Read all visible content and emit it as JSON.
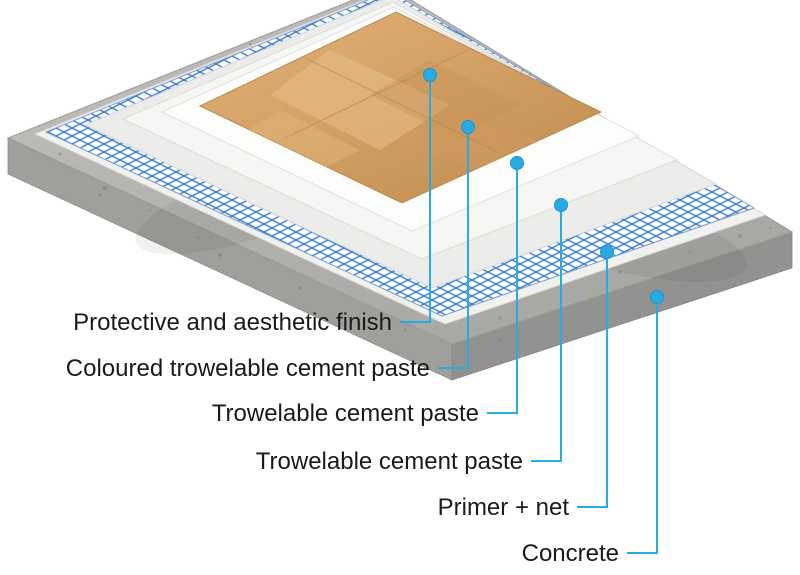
{
  "diagram": {
    "colors": {
      "accent": "#29abe2",
      "mesh": "#3f7fd0",
      "finish": "#d5a264",
      "concrete": "#b3b1ae",
      "text": "#1a1a1a"
    },
    "layers": [
      {
        "label": "Protective and aesthetic finish"
      },
      {
        "label": "Coloured trowelable cement paste"
      },
      {
        "label": "Trowelable cement paste"
      },
      {
        "label": "Trowelable cement paste"
      },
      {
        "label": "Primer + net"
      },
      {
        "label": "Concrete"
      }
    ]
  }
}
